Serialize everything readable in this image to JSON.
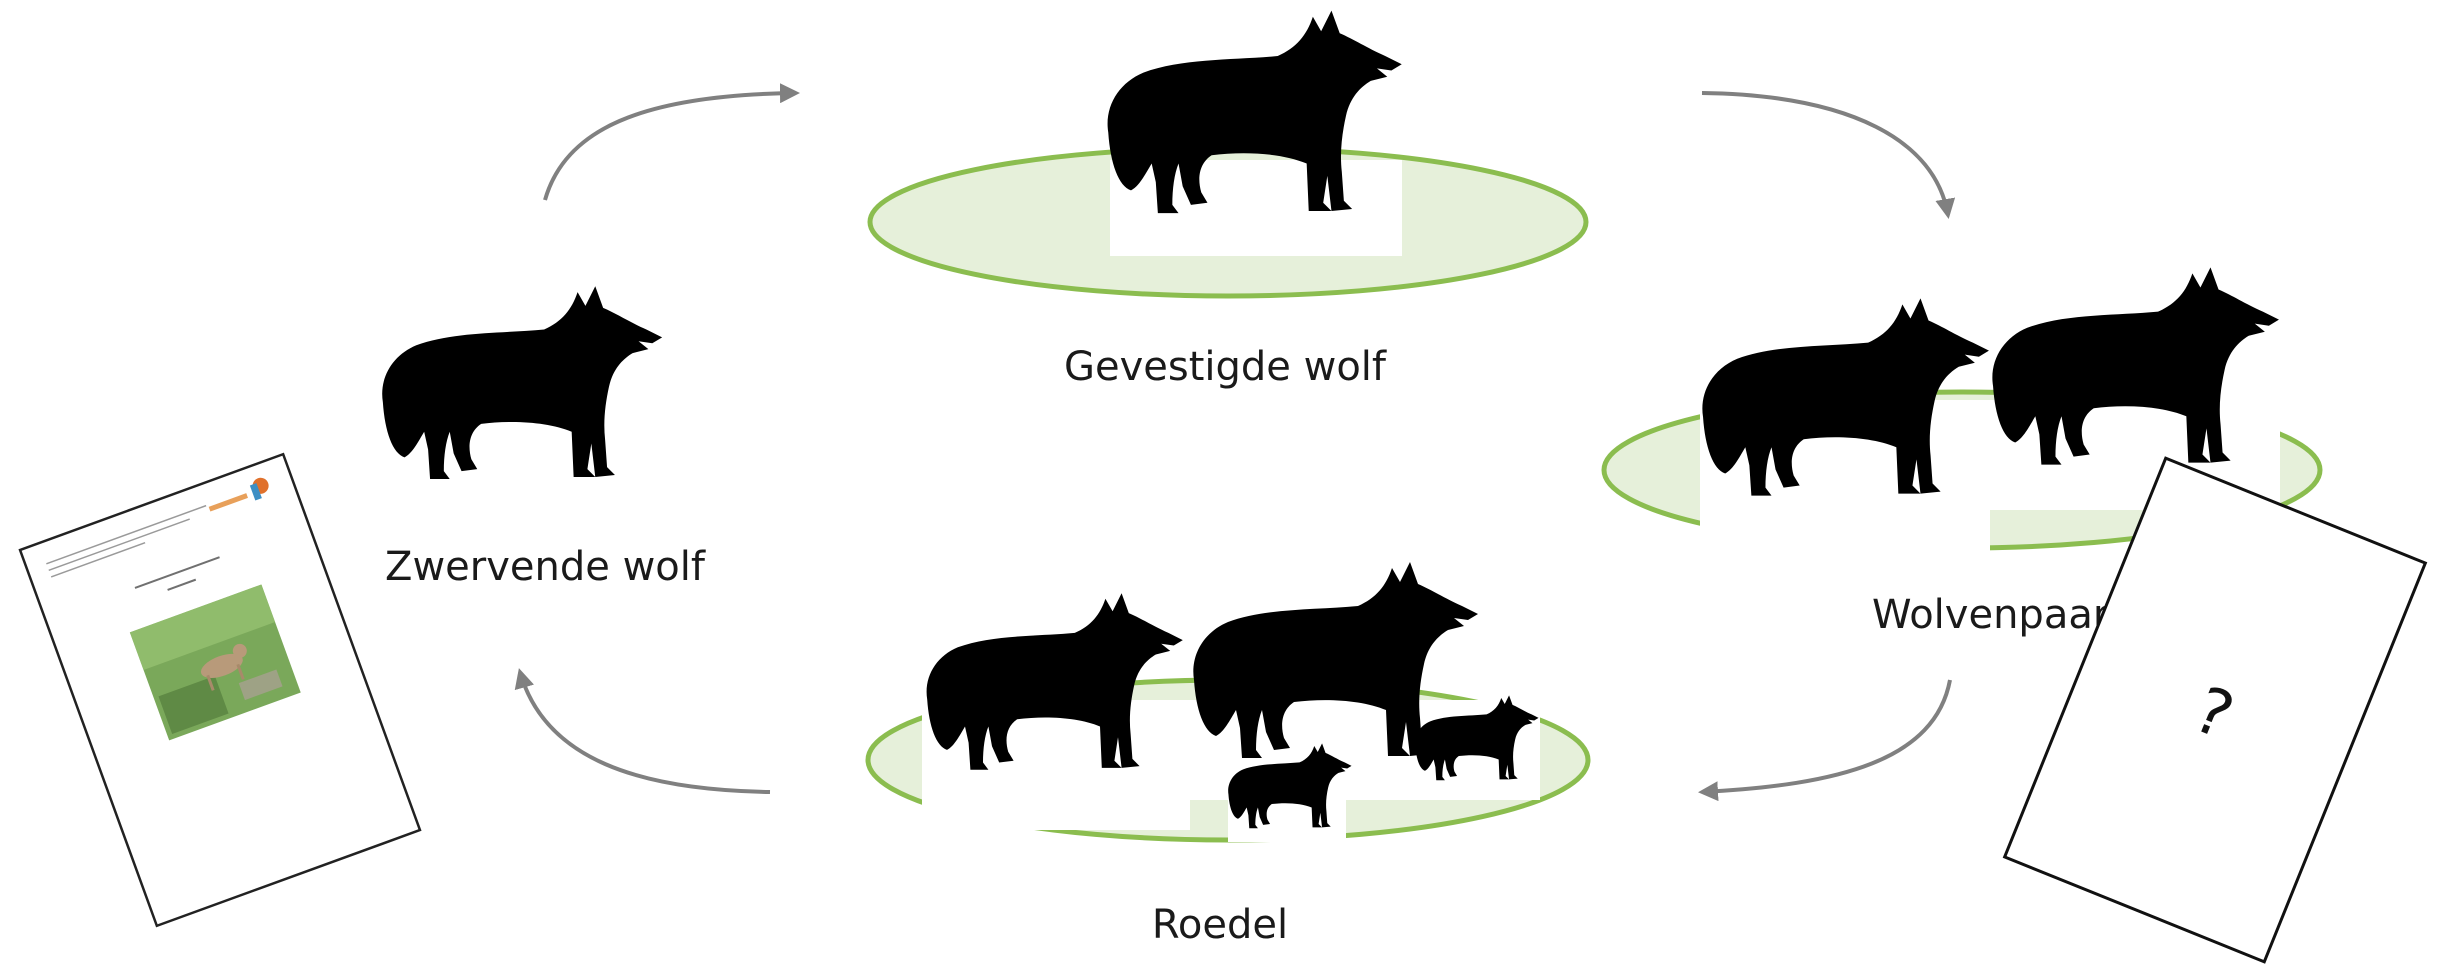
{
  "diagram": {
    "stages": {
      "established": "Gevestigde wolf",
      "pair": "Wolvenpaar",
      "pack": "Roedel",
      "roaming": "Zwervende wolf"
    },
    "card_text": "?",
    "colors": {
      "ellipse_fill": "#e6f0da",
      "ellipse_stroke": "#8bbd4f",
      "arrow": "#808080",
      "silhouette": "#000000",
      "card_border": "#000000"
    },
    "icons": {
      "wolf": "wolf-silhouette-icon",
      "report": "report-document-icon",
      "card": "question-card-icon",
      "logo": "publisher-logo-icon"
    }
  }
}
